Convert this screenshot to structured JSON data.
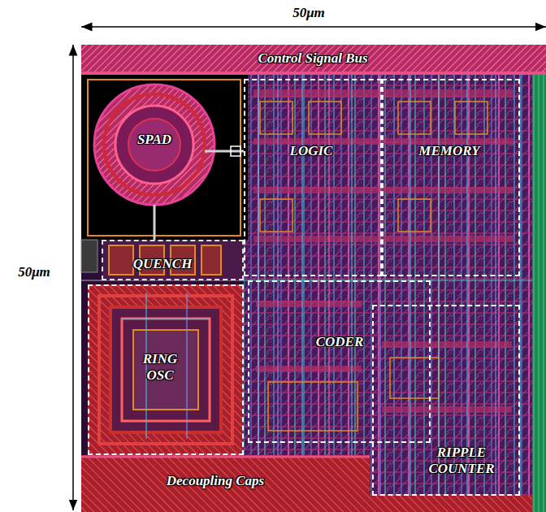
{
  "diagram": {
    "nodes": [
      {
        "text": [
          "Control Signal Bus"
        ]
      },
      {
        "text": [
          "SPAD"
        ]
      },
      {
        "text": [
          "LOGIC"
        ]
      },
      {
        "text": [
          "MEMORY"
        ]
      },
      {
        "text": [
          "QUENCH"
        ]
      },
      {
        "text": [
          "RING OSC"
        ]
      },
      {
        "text": [
          "CODER"
        ]
      },
      {
        "text": [
          "RIPPLE COUNTER"
        ]
      },
      {
        "text": [
          "Decoupling Caps"
        ]
      }
    ],
    "labels": [
      "50μm",
      "50μm"
    ]
  }
}
